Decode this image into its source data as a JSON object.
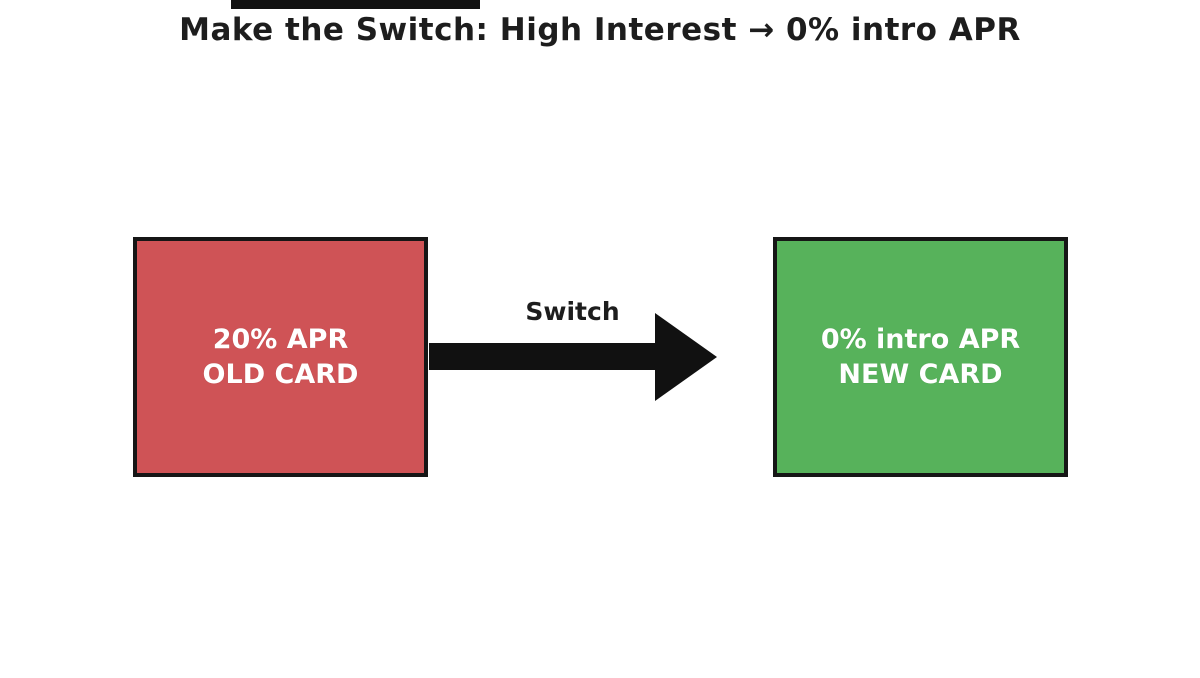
{
  "title": "Make the Switch: High Interest → 0% intro APR",
  "old_card": {
    "line1": "20% APR",
    "line2": "OLD CARD",
    "fill": "#cf5356"
  },
  "new_card": {
    "line1": "0% intro APR",
    "line2": "NEW CARD",
    "fill": "#57b25b"
  },
  "arrow": {
    "label": "Switch",
    "color": "#111111"
  },
  "colors": {
    "background": "#ffffff",
    "border": "#161616",
    "title_text": "#1d1d1d",
    "box_text": "#ffffff"
  }
}
